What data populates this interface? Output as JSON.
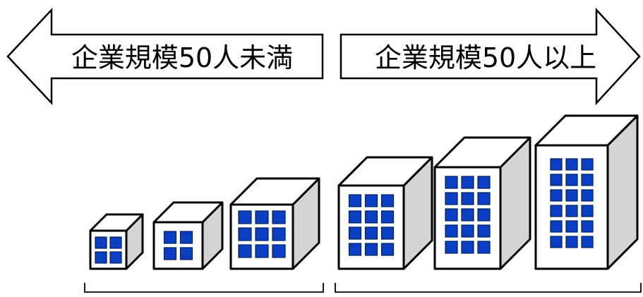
{
  "arrows": {
    "left": {
      "label": "企業規模50人未満"
    },
    "right": {
      "label": "企業規模50人以上"
    }
  },
  "colors": {
    "window": "#0a3fc4",
    "front": "#ffffff",
    "top": "#ffffff",
    "side": "#d4d4d4",
    "outline": "#000000"
  },
  "groups": [
    {
      "name": "under-50",
      "buildings": [
        {
          "cols": 2,
          "rows": 2
        },
        {
          "cols": 2,
          "rows": 2
        },
        {
          "cols": 3,
          "rows": 3
        }
      ]
    },
    {
      "name": "50-and-over",
      "buildings": [
        {
          "cols": 3,
          "rows": 4
        },
        {
          "cols": 3,
          "rows": 5
        },
        {
          "cols": 3,
          "rows": 6
        }
      ]
    }
  ]
}
